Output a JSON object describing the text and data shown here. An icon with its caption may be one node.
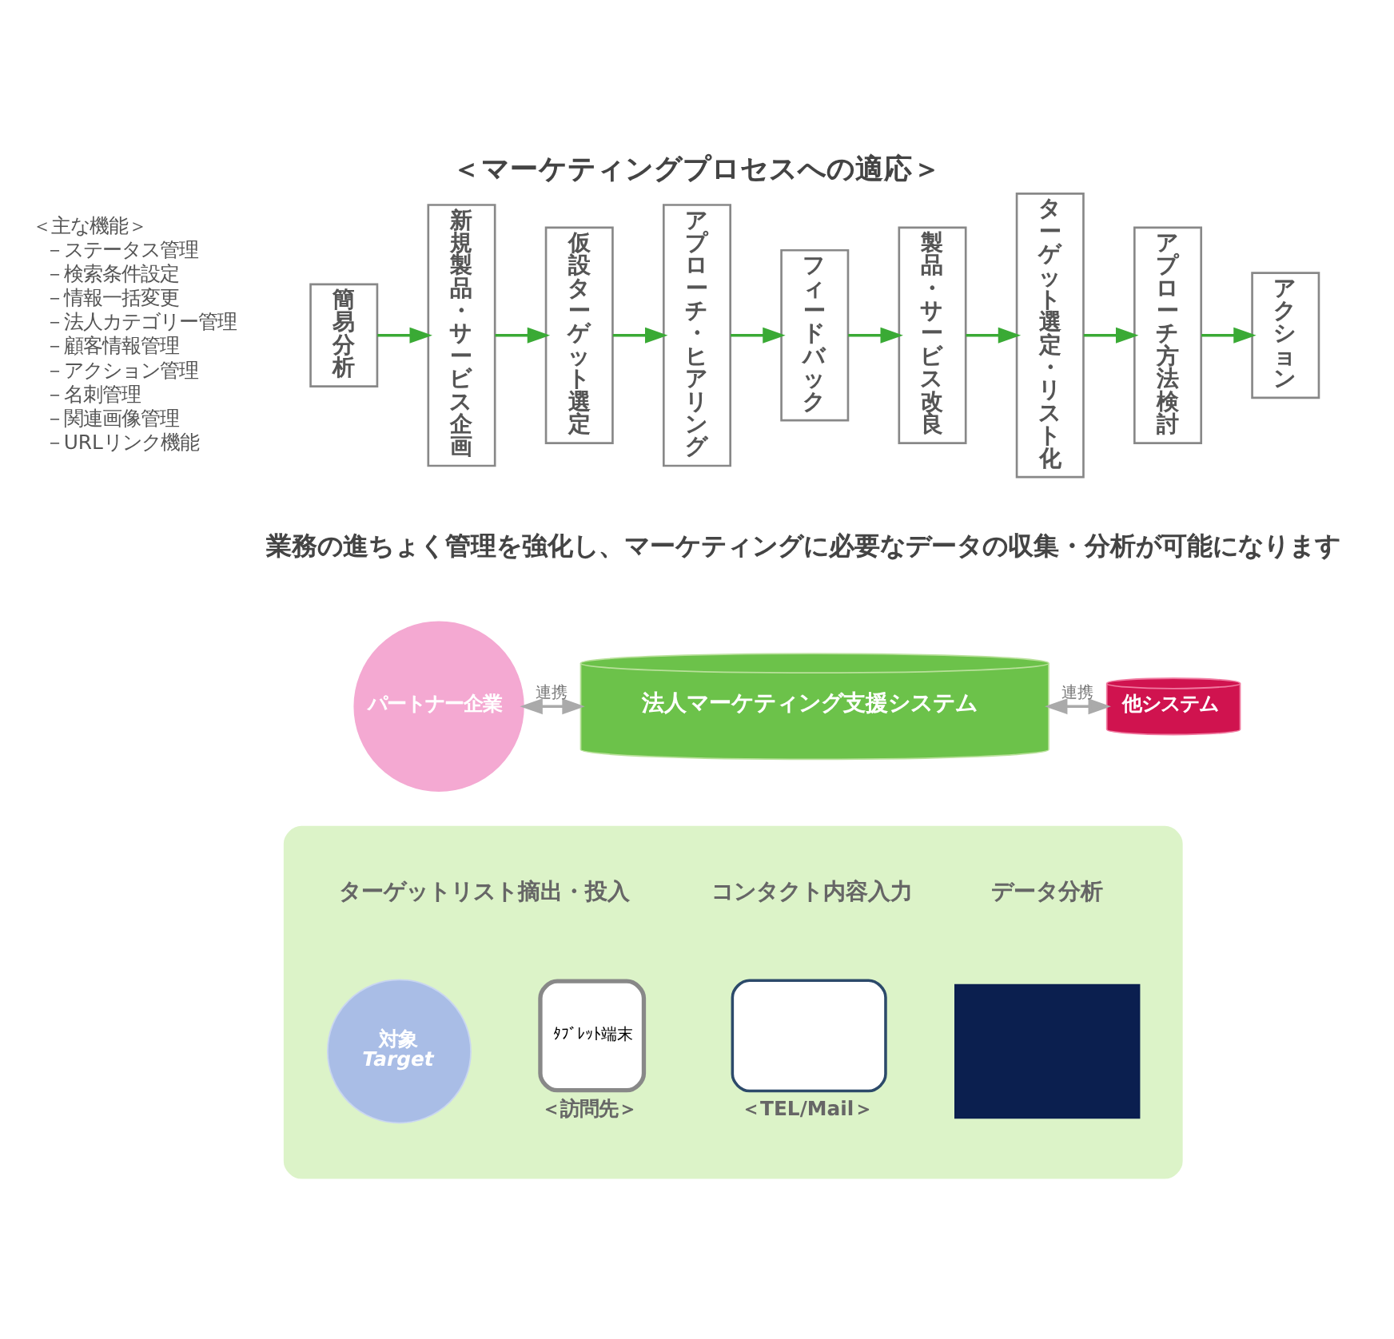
{
  "diagram": {
    "title": "＜マーケティングプロセスへの適応＞",
    "nodes": [
      {
        "text": [
          "簡易分析"
        ]
      },
      {
        "text": [
          "新規製品・サービス企画"
        ]
      },
      {
        "text": [
          "仮設ターゲット選定"
        ]
      },
      {
        "text": [
          "アプローチ・ヒアリング"
        ]
      },
      {
        "text": [
          "フィードバック"
        ]
      },
      {
        "text": [
          "製品・サービス改良"
        ]
      },
      {
        "text": [
          "ターゲット選定・リスト化"
        ]
      },
      {
        "text": [
          "アプローチ方法検討"
        ]
      },
      {
        "text": [
          "アクション"
        ]
      },
      {
        "text": [
          "パートナー企業"
        ]
      },
      {
        "text": [
          "法人マーケティング支援システム"
        ]
      },
      {
        "text": [
          "他システム"
        ]
      },
      {
        "text": [],
        "shape": "ellipse"
      },
      {
        "text": [
          "対象",
          "Target"
        ],
        "in": 12
      },
      {
        "text": [
          "ﾀﾌﾞﾚｯﾄ端末"
        ],
        "beside": [
          "＜訪問先＞"
        ],
        "in": 12
      },
      {
        "text": [],
        "shape": "box",
        "beside": [
          "＜TEL/Mail＞"
        ],
        "in": 12
      },
      {
        "text": [],
        "shape": "box",
        "in": 12
      }
    ],
    "edges": [
      {
        "from": 0,
        "to": 1,
        "arrow": "to"
      },
      {
        "from": 1,
        "to": 2,
        "arrow": "to"
      },
      {
        "from": 2,
        "to": 3,
        "arrow": "to"
      },
      {
        "from": 3,
        "to": 4,
        "arrow": "to"
      },
      {
        "from": 4,
        "to": 5,
        "arrow": "to"
      },
      {
        "from": 5,
        "to": 6,
        "arrow": "to"
      },
      {
        "from": 6,
        "to": 7,
        "arrow": "to"
      },
      {
        "from": 7,
        "to": 8,
        "arrow": "to"
      },
      {
        "from": 9,
        "to": 10,
        "arrow": "both",
        "label": "連携",
        "color": "#aaaaaa"
      },
      {
        "from": 10,
        "to": 11,
        "arrow": "both",
        "label": "連携",
        "color": "#aaaaaa"
      }
    ],
    "labels": [
      "＜主な機能＞",
      "－ステータス管理",
      "－検索条件設定",
      "－情報一括変更",
      "－法人カテゴリー管理",
      "－顧客情報管理",
      "－アクション管理",
      "－名刺管理",
      "－関連画像管理",
      "－URLリンク機能",
      "業務の進ちょく管理を強化し、マーケティングに必要なデータの収集・分析が可能になります",
      "ターゲットリスト摘出・投入",
      "コンタクト内容入力",
      "データ分析"
    ]
  }
}
